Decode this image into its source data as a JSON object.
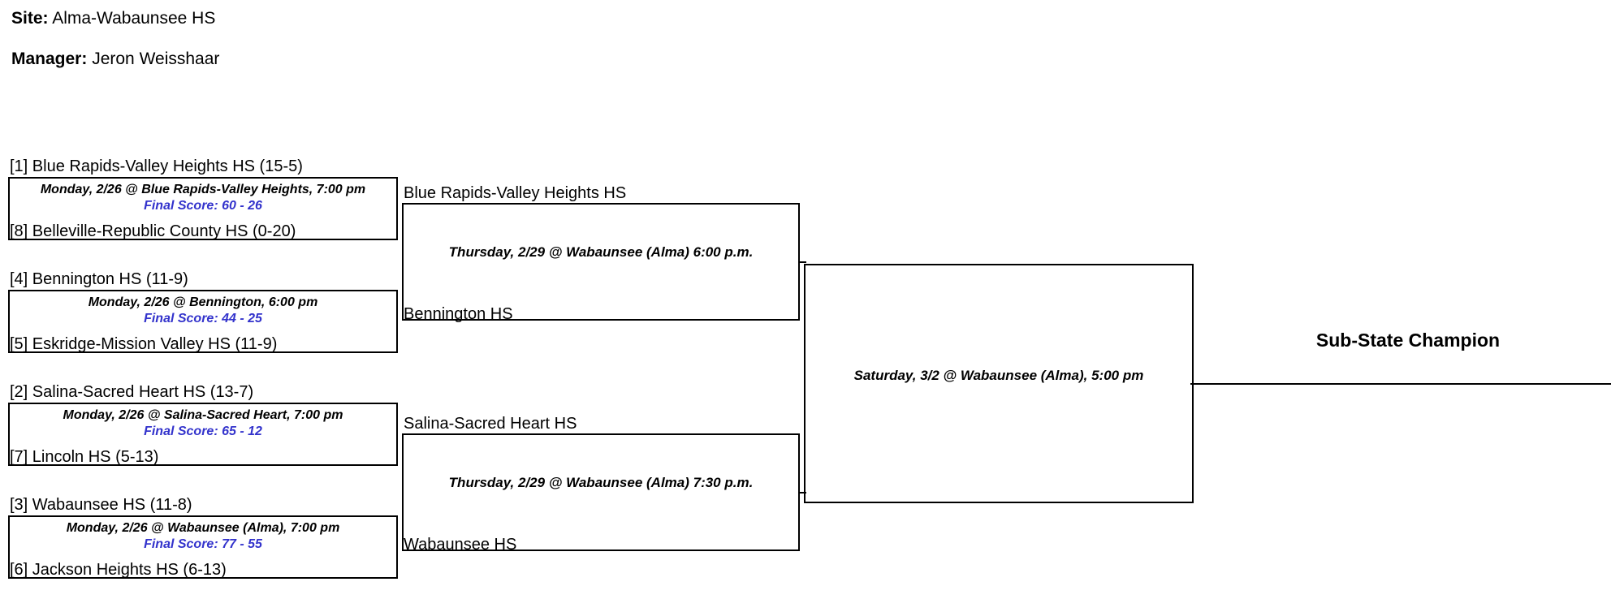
{
  "header": {
    "site_label": "Site:",
    "site_value": "Alma-Wabaunsee HS",
    "manager_label": "Manager:",
    "manager_value": "Jeron Weisshaar"
  },
  "colors": {
    "score_blue": "#3333CC",
    "line_black": "#000000",
    "background": "#FFFFFF"
  },
  "bracket": {
    "round1": [
      {
        "top_team": "[1] Blue Rapids-Valley Heights HS   (15-5)",
        "bottom_team": "[8] Belleville-Republic County HS  (0-20)",
        "when": "Monday, 2/26 @ Blue Rapids-Valley Heights, 7:00 pm",
        "score": "Final Score: 60 - 26"
      },
      {
        "top_team": "[4] Bennington HS   (11-9)",
        "bottom_team": "[5] Eskridge-Mission Valley HS  (11-9)",
        "when": "Monday, 2/26 @ Bennington, 6:00 pm",
        "score": "Final Score: 44 - 25"
      },
      {
        "top_team": "[2] Salina-Sacred Heart HS   (13-7)",
        "bottom_team": "[7] Lincoln HS  (5-13)",
        "when": "Monday, 2/26 @ Salina-Sacred Heart, 7:00 pm",
        "score": "Final Score: 65 - 12"
      },
      {
        "top_team": "[3] Wabaunsee HS   (11-8)",
        "bottom_team": "[6] Jackson Heights HS  (6-13)",
        "when": "Monday, 2/26 @ Wabaunsee (Alma), 7:00 pm",
        "score": "Final Score: 77 - 55"
      }
    ],
    "round2": [
      {
        "top_team": "Blue Rapids-Valley Heights HS",
        "bottom_team": "Bennington HS",
        "when": "Thursday, 2/29 @ Wabaunsee (Alma) 6:00 p.m."
      },
      {
        "top_team": "Salina-Sacred Heart HS",
        "bottom_team": "Wabaunsee HS",
        "when": "Thursday, 2/29 @ Wabaunsee (Alma) 7:30 p.m."
      }
    ],
    "final": {
      "when": "Saturday, 3/2 @ Wabaunsee (Alma), 5:00 pm"
    },
    "champion": {
      "label": "Sub-State Champion",
      "value": ""
    }
  }
}
